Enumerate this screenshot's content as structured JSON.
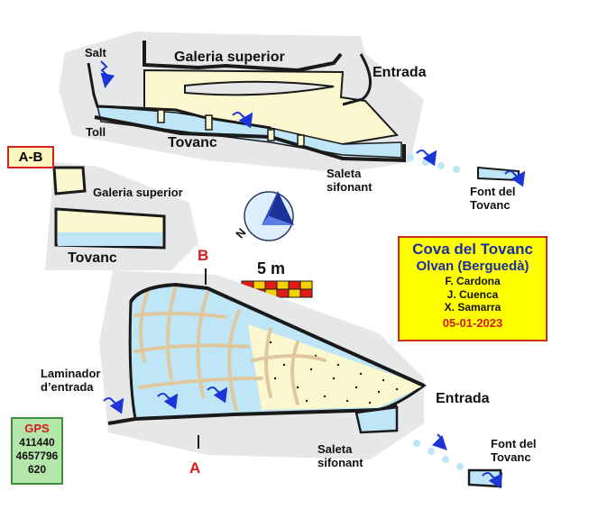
{
  "plan_labels": {
    "salt": "Salt",
    "galeria_superior": "Galeria superior",
    "entrada": "Entrada",
    "toll": "Toll",
    "tovanc": "Tovanc",
    "saleta_sifonant": "Saleta\nsifonant",
    "font_del_tovanc": "Font del\nTovanc"
  },
  "section_labels": {
    "section_id": "A-B",
    "galeria_superior": "Galeria superior",
    "tovanc": "Tovanc"
  },
  "lower_labels": {
    "laminador": "Laminador\nd’entrada",
    "entrada": "Entrada",
    "saleta_sifonant": "Saleta\nsifonant",
    "font_del_tovanc": "Font del\nTovanc",
    "marker_a": "A",
    "marker_b": "B"
  },
  "scale": {
    "label": "5 m"
  },
  "compass": {
    "letter": "N"
  },
  "title_block": {
    "name": "Cova del Tovanc",
    "location": "Olvan (Berguedà)",
    "author_1": "F. Cardona",
    "author_2": "J. Cuenca",
    "author_3": "X. Samarra",
    "date": "05-01-2023"
  },
  "gps": {
    "label": "GPS",
    "x": "411440",
    "y": "4657796",
    "z": "620"
  },
  "colors": {
    "rock": "#e6e7e9",
    "gallery": "#fbf7cf",
    "water": "#bfe6f7",
    "arrow": "#1b35d8",
    "marker_red": "#d41a1a",
    "title_fill": "#ffff00",
    "gps_fill": "#b5e6a9"
  }
}
